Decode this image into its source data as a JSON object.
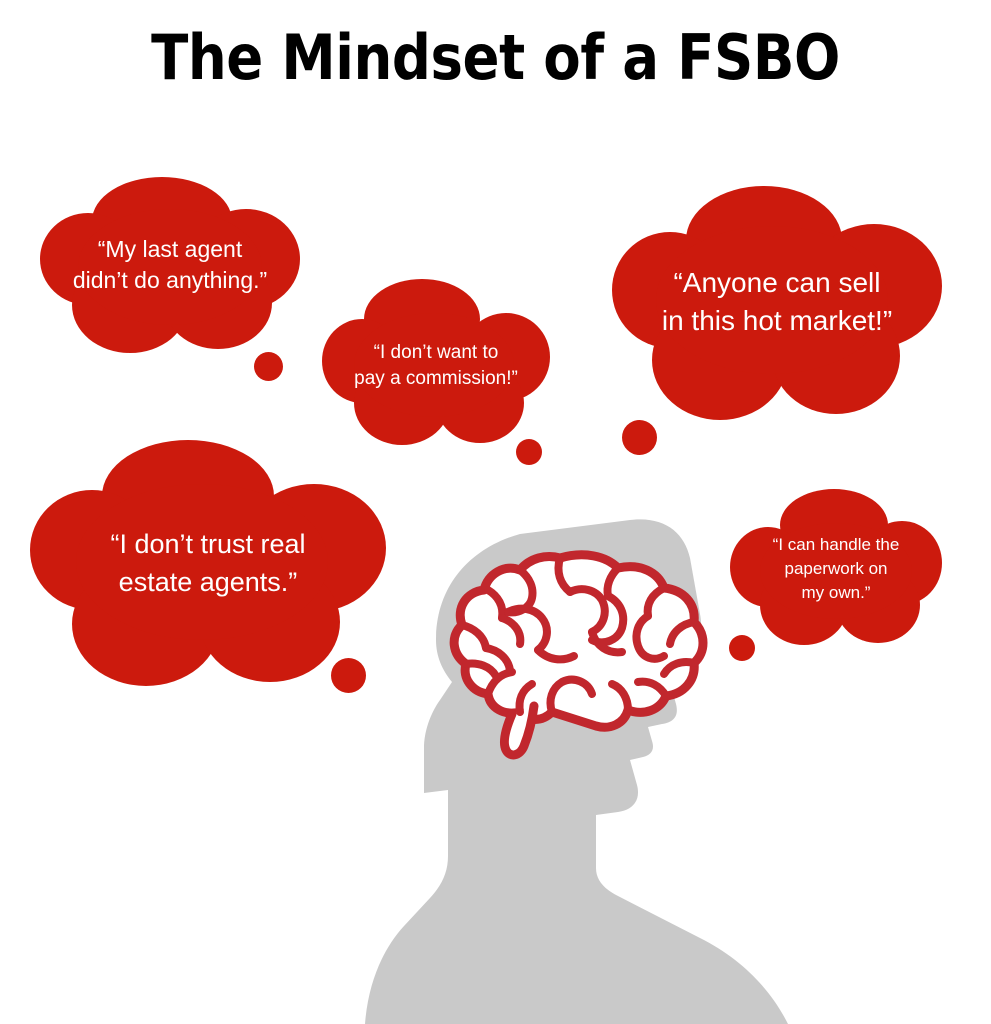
{
  "page": {
    "title": "The Mindset of a FSBO",
    "background_color": "#ffffff"
  },
  "colors": {
    "bubble_red": "#CC1A0D",
    "brain_outline_red": "#C1272D",
    "head_gray": "#C9C9C9",
    "text_white": "#ffffff",
    "title_black": "#000000",
    "brain_fill_white": "#ffffff"
  },
  "bubbles": [
    {
      "id": "bubble-last-agent",
      "name": "thought-bubble-my-last-agent",
      "text": "“My last agent\ndidn’t do anything.”",
      "font_size": 23,
      "line_height": 31
    },
    {
      "id": "bubble-commission",
      "name": "thought-bubble-pay-a-commission",
      "text": "“I don’t want to\npay a commission!”",
      "font_size": 19,
      "line_height": 26
    },
    {
      "id": "bubble-hot-market",
      "name": "thought-bubble-anyone-can-sell",
      "text": "“Anyone can sell\nin this hot market!”",
      "font_size": 28,
      "line_height": 38
    },
    {
      "id": "bubble-trust",
      "name": "thought-bubble-dont-trust-agents",
      "text": "“I don’t trust real\nestate agents.”",
      "font_size": 27,
      "line_height": 38
    },
    {
      "id": "bubble-paperwork",
      "name": "thought-bubble-handle-paperwork",
      "text": "“I can handle the\npaperwork on\nmy own.”",
      "font_size": 17,
      "line_height": 24
    }
  ],
  "figure": {
    "head_label": "head-silhouette",
    "brain_label": "brain-illustration"
  }
}
